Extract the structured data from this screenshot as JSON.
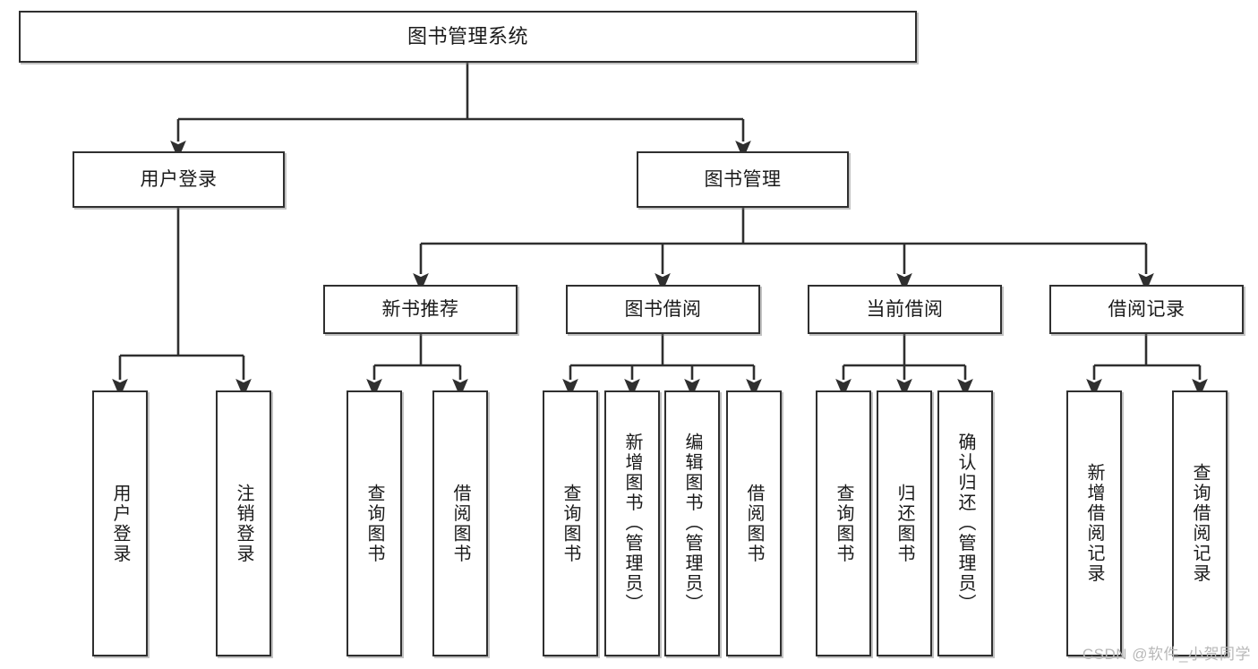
{
  "diagram": {
    "type": "tree-hierarchy",
    "title": "图书管理系统",
    "watermark": "CSDN @软件_小贺同学",
    "colors": {
      "box_stroke": "#2f2f2f",
      "box_fill": "#ffffff",
      "connector": "#2f2f2f",
      "text": "#1a1a1a",
      "watermark": "#b8b8b8"
    },
    "levels": {
      "level1": [
        {
          "id": "root",
          "label": "图书管理系统"
        }
      ],
      "level2": [
        {
          "id": "user-login",
          "label": "用户登录",
          "parent": "root"
        },
        {
          "id": "book-manage",
          "label": "图书管理",
          "parent": "root"
        }
      ],
      "level3": [
        {
          "id": "new-book-rec",
          "label": "新书推荐",
          "parent": "book-manage"
        },
        {
          "id": "book-borrow",
          "label": "图书借阅",
          "parent": "book-manage"
        },
        {
          "id": "current-borrow",
          "label": "当前借阅",
          "parent": "book-manage"
        },
        {
          "id": "borrow-record",
          "label": "借阅记录",
          "parent": "book-manage"
        }
      ],
      "leaves": [
        {
          "id": "leaf-user-login",
          "label": "用户登录",
          "parent": "user-login"
        },
        {
          "id": "leaf-logout",
          "label": "注销登录",
          "parent": "user-login"
        },
        {
          "id": "leaf-query-book-1",
          "label": "查询图书",
          "parent": "new-book-rec"
        },
        {
          "id": "leaf-borrow-book-1",
          "label": "借阅图书",
          "parent": "new-book-rec"
        },
        {
          "id": "leaf-query-book-2",
          "label": "查询图书",
          "parent": "book-borrow"
        },
        {
          "id": "leaf-add-book",
          "label": "新增图书（管理员）",
          "parent": "book-borrow"
        },
        {
          "id": "leaf-edit-book",
          "label": "编辑图书（管理员）",
          "parent": "book-borrow"
        },
        {
          "id": "leaf-borrow-book-2",
          "label": "借阅图书",
          "parent": "book-borrow"
        },
        {
          "id": "leaf-query-book-3",
          "label": "查询图书",
          "parent": "current-borrow"
        },
        {
          "id": "leaf-return-book",
          "label": "归还图书",
          "parent": "current-borrow"
        },
        {
          "id": "leaf-confirm-return",
          "label": "确认归还（管理员）",
          "parent": "current-borrow"
        },
        {
          "id": "leaf-add-record",
          "label": "新增借阅记录",
          "parent": "borrow-record"
        },
        {
          "id": "leaf-query-record",
          "label": "查询借阅记录",
          "parent": "borrow-record"
        }
      ]
    }
  }
}
